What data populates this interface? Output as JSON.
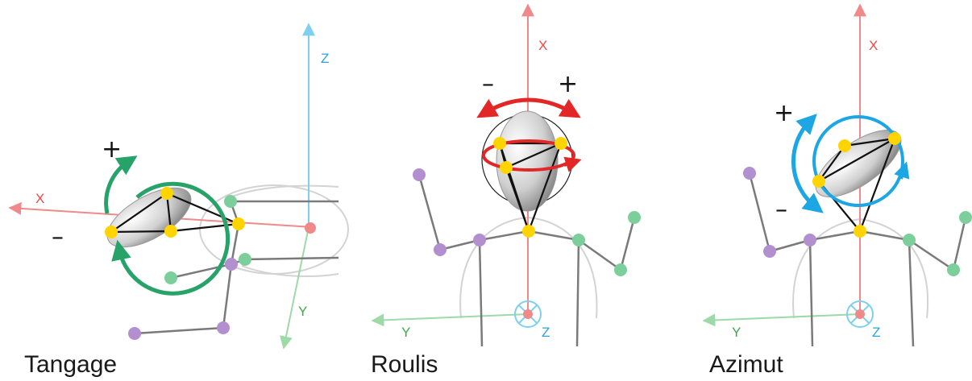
{
  "panels": [
    {
      "caption": "Tangage",
      "axes": {
        "x": "X",
        "y": "Y",
        "z": "Z"
      },
      "rotation": {
        "plus": "+",
        "minus": "–",
        "color": "#27a36a"
      }
    },
    {
      "caption": "Roulis",
      "axes": {
        "x": "X",
        "y": "Y",
        "z": "Z"
      },
      "rotation": {
        "plus": "+",
        "minus": "–",
        "color": "#e32626"
      }
    },
    {
      "caption": "Azimut",
      "axes": {
        "x": "X",
        "y": "Y",
        "z": "Z"
      },
      "rotation": {
        "plus": "+",
        "minus": "–",
        "color": "#1ca6e3"
      }
    }
  ],
  "colors": {
    "x_axis": "#f08a8a",
    "x_label": "#e84c4c",
    "y_axis": "#9ed9a8",
    "y_label": "#3fa84c",
    "z_axis": "#7fd0ee",
    "z_label": "#2aa4d8",
    "joint_yellow": "#ffd400",
    "joint_purple": "#b28fcf",
    "joint_green": "#7ccf9a",
    "bone": "#7a7a7a",
    "body_outline": "#d3d3d3"
  }
}
